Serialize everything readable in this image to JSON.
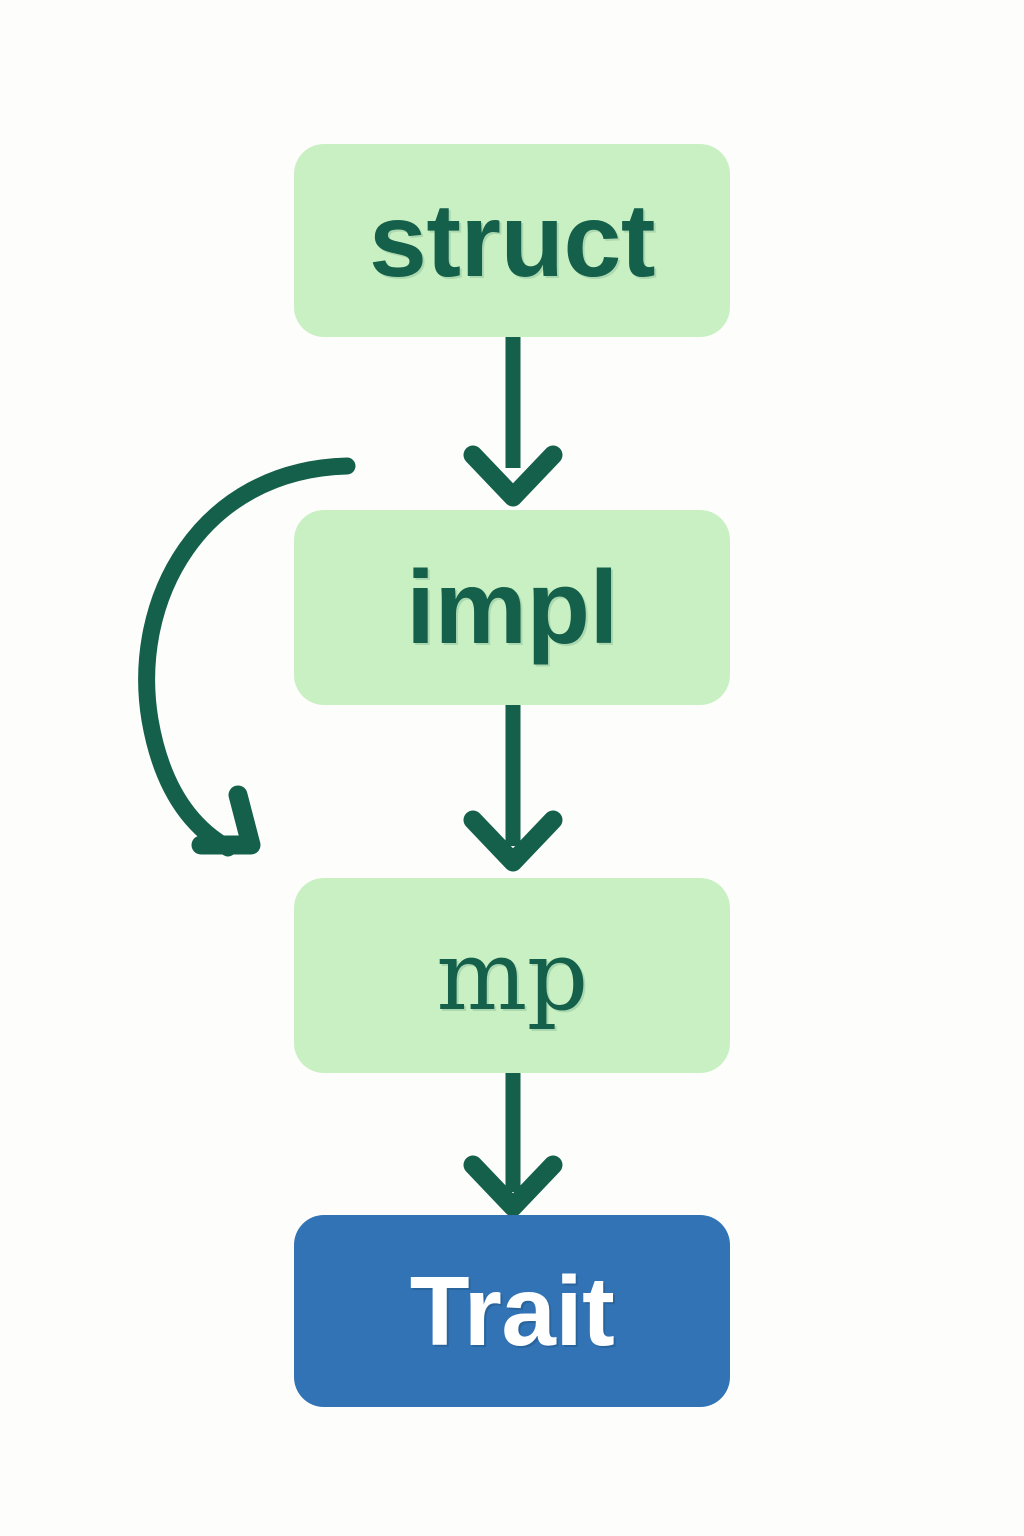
{
  "diagram": {
    "title": "struct impl mp Trait flow",
    "background_color": "#fdfdfb",
    "palette": {
      "node_green_fill": "#c9f0c3",
      "node_green_text": "#14604a",
      "node_blue_fill": "#3173b4",
      "node_blue_text": "#ffffff",
      "arrow_color": "#14604a"
    },
    "nodes": [
      {
        "id": "struct",
        "label": "struct",
        "fill": "#c9f0c3",
        "text_color": "#14604a",
        "font_style": "sans-serif-bold"
      },
      {
        "id": "impl",
        "label": "impl",
        "fill": "#c9f0c3",
        "text_color": "#14604a",
        "font_style": "sans-serif-bold"
      },
      {
        "id": "mp",
        "label": "mp",
        "fill": "#c9f0c3",
        "text_color": "#14604a",
        "font_style": "serif-regular"
      },
      {
        "id": "trait",
        "label": "Trait",
        "fill": "#3173b4",
        "text_color": "#ffffff",
        "font_style": "sans-serif-bold"
      }
    ],
    "edges": [
      {
        "id": "struct-to-impl",
        "from": "struct",
        "to": "impl",
        "shape": "straight-down"
      },
      {
        "id": "impl-to-mp",
        "from": "impl",
        "to": "mp",
        "shape": "straight-down"
      },
      {
        "id": "mp-to-trait",
        "from": "mp",
        "to": "trait",
        "shape": "straight-down"
      },
      {
        "id": "curved-loop-left",
        "from": "impl",
        "to": "mp",
        "shape": "curved-left-bow"
      }
    ]
  }
}
